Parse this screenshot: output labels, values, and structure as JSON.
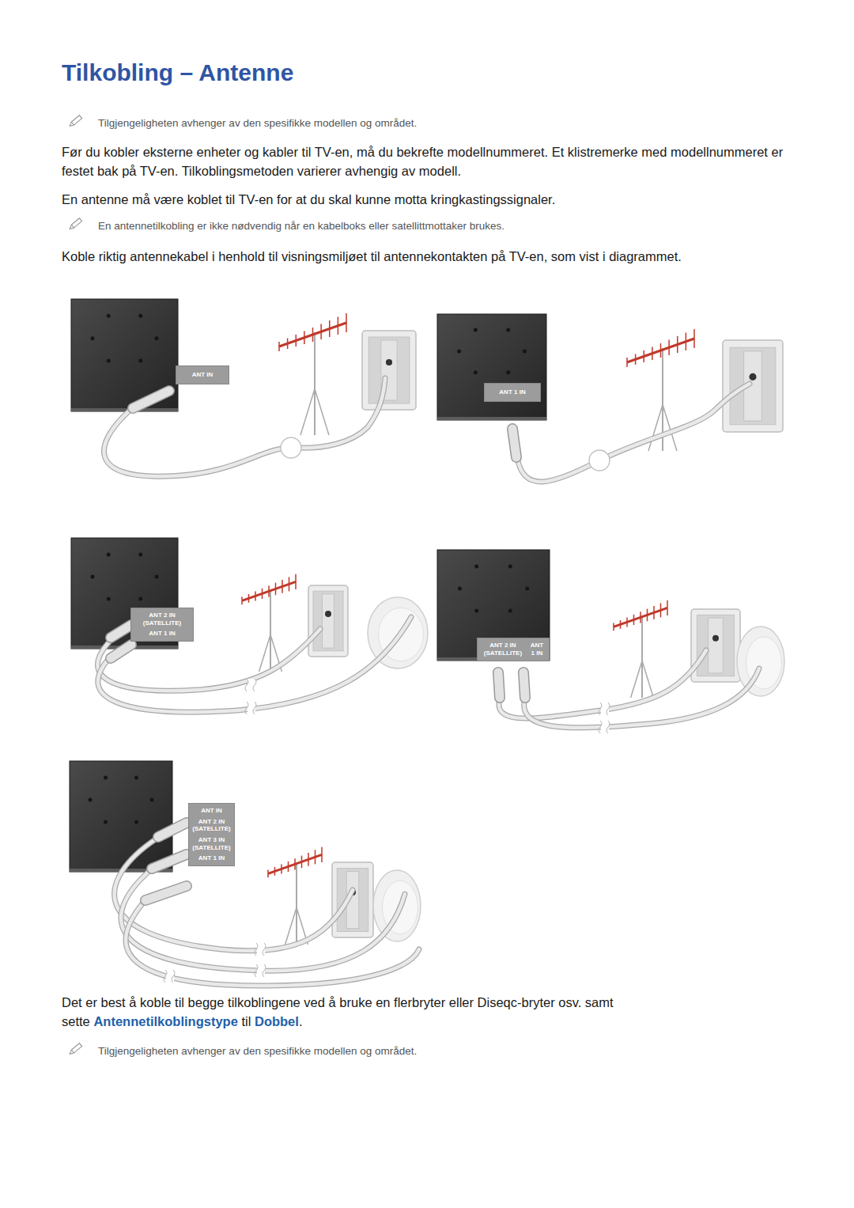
{
  "diagram": {
    "title": "Tilkobling – Antenne",
    "nodes": [
      {
        "text": [
          "ANT IN"
        ]
      },
      {
        "text": [
          "ANT 1 IN"
        ]
      },
      {
        "text": [
          "ANT 2 IN (SATELLITE)",
          "ANT 1 IN"
        ]
      },
      {
        "text": [
          "ANT 2 IN (SATELLITE)",
          "ANT 1 IN"
        ]
      },
      {
        "text": [
          "ANT IN",
          "ANT 2 IN (SATELLITE)",
          "ANT 3 IN (SATELLITE)",
          "ANT 1 IN"
        ]
      }
    ],
    "labels": [
      "Tilgjengeligheten avhenger av den spesifikke modellen og området.",
      "Før du kobler eksterne enheter og kabler til TV-en, må du bekrefte modellnummeret. Et klistremerke med modellnummeret er festet bak på TV-en. Tilkoblingsmetoden varierer avhengig av modell.",
      "En antenne må være koblet til TV-en for at du skal kunne motta kringkastingssignaler.",
      "En antennetilkobling er ikke nødvendig når en kabelboks eller satellittmottaker brukes.",
      "Koble riktig antennekabel i henhold til visningsmiljøet til antennekontakten på TV-en, som vist i diagrammet.",
      "Det er best å koble til begge tilkoblingene ved å bruke en flerbryter eller Diseqc-bryter osv. samt sette",
      "Antennetilkoblingstype",
      "til",
      "Dobbel",
      ".",
      "Tilgjengeligheten avhenger av den spesifikke modellen og området."
    ]
  }
}
